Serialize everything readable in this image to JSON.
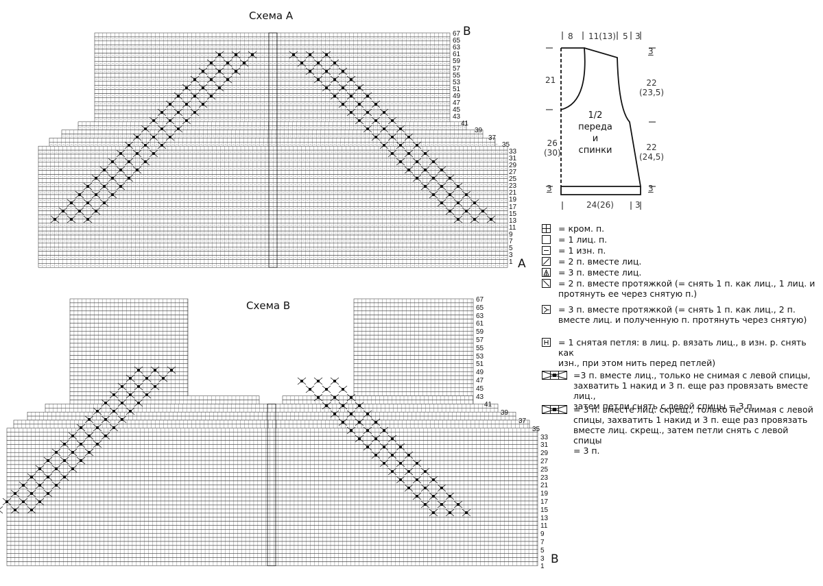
{
  "schema_a": {
    "title": "Схема А",
    "start_label": "A",
    "end_label": "B",
    "row_numbers": [
      "67",
      "65",
      "63",
      "61",
      "59",
      "57",
      "55",
      "53",
      "51",
      "49",
      "47",
      "45",
      "43",
      "41",
      "39",
      "37",
      "35",
      "33",
      "31",
      "29",
      "27",
      "25",
      "23",
      "21",
      "19",
      "17",
      "15",
      "13",
      "11",
      "9",
      "7",
      "5",
      "3",
      "1"
    ]
  },
  "schema_b": {
    "title": "Схема В",
    "end_label": "B",
    "row_numbers": [
      "67",
      "65",
      "63",
      "61",
      "59",
      "57",
      "55",
      "53",
      "51",
      "49",
      "47",
      "45",
      "43",
      "41",
      "39",
      "37",
      "35",
      "33",
      "31",
      "29",
      "27",
      "25",
      "23",
      "21",
      "19",
      "17",
      "15",
      "13",
      "11",
      "9",
      "7",
      "5",
      "3",
      "1"
    ]
  },
  "schematic": {
    "top_dims": [
      "8",
      "11(13)",
      "5",
      "3"
    ],
    "left_dims": [
      "21",
      "26\n(30)"
    ],
    "right_dims": [
      "22\n(23,5)",
      "22\n(24,5)"
    ],
    "side_marks": [
      "3",
      "3",
      "3",
      "3"
    ],
    "bottom_dims": [
      "24(26)",
      "3"
    ],
    "center_label": "1/2\nпереда\nи\nспинки"
  },
  "legend": [
    {
      "icon": "edge-stitch-icon",
      "text": "= кром. п."
    },
    {
      "icon": "knit-stitch-icon",
      "text": "= 1 лиц. п."
    },
    {
      "icon": "purl-stitch-icon",
      "text": "= 1 изн. п."
    },
    {
      "icon": "k2tog-icon",
      "text": "= 2 п. вместе лиц."
    },
    {
      "icon": "k3tog-icon",
      "text": "= 3 п. вместе лиц."
    },
    {
      "icon": "ssk-icon",
      "text": "= 2 п. вместе протяжкой (= снять 1 п. как лиц., 1 лиц. и\nпротянуть ее через снятую п.)"
    },
    {
      "icon": "sk2p-icon",
      "text": "= 3 п. вместе протяжкой (= снять 1 п. как лиц., 2 п.\nвместе лиц. и полученную п. протянуть через снятую)"
    },
    {
      "icon": "slipped-stitch-icon",
      "text": "= 1 снятая петля: в лиц. р. вязать лиц., в изн. р. снять как\nизн., при этом нить перед петлей)"
    },
    {
      "icon": "wrap-k3-icon",
      "text": "=3 п. вместе лиц., только не снимая с левой спицы,\nзахватить 1 накид и 3 п. еще раз провязать вместе лиц.,\nзатем петли снять с левой спицы = 3 п."
    },
    {
      "icon": "wrap-k3-tbl-icon",
      "text": "= 3 п. вместе лиц. скрещ., только не снимая с левой\nспицы, захватить 1 накид и 3 п. еще раз провязать\nвместе лиц. скрещ., затем петли снять с левой спицы\n= 3 п."
    }
  ]
}
